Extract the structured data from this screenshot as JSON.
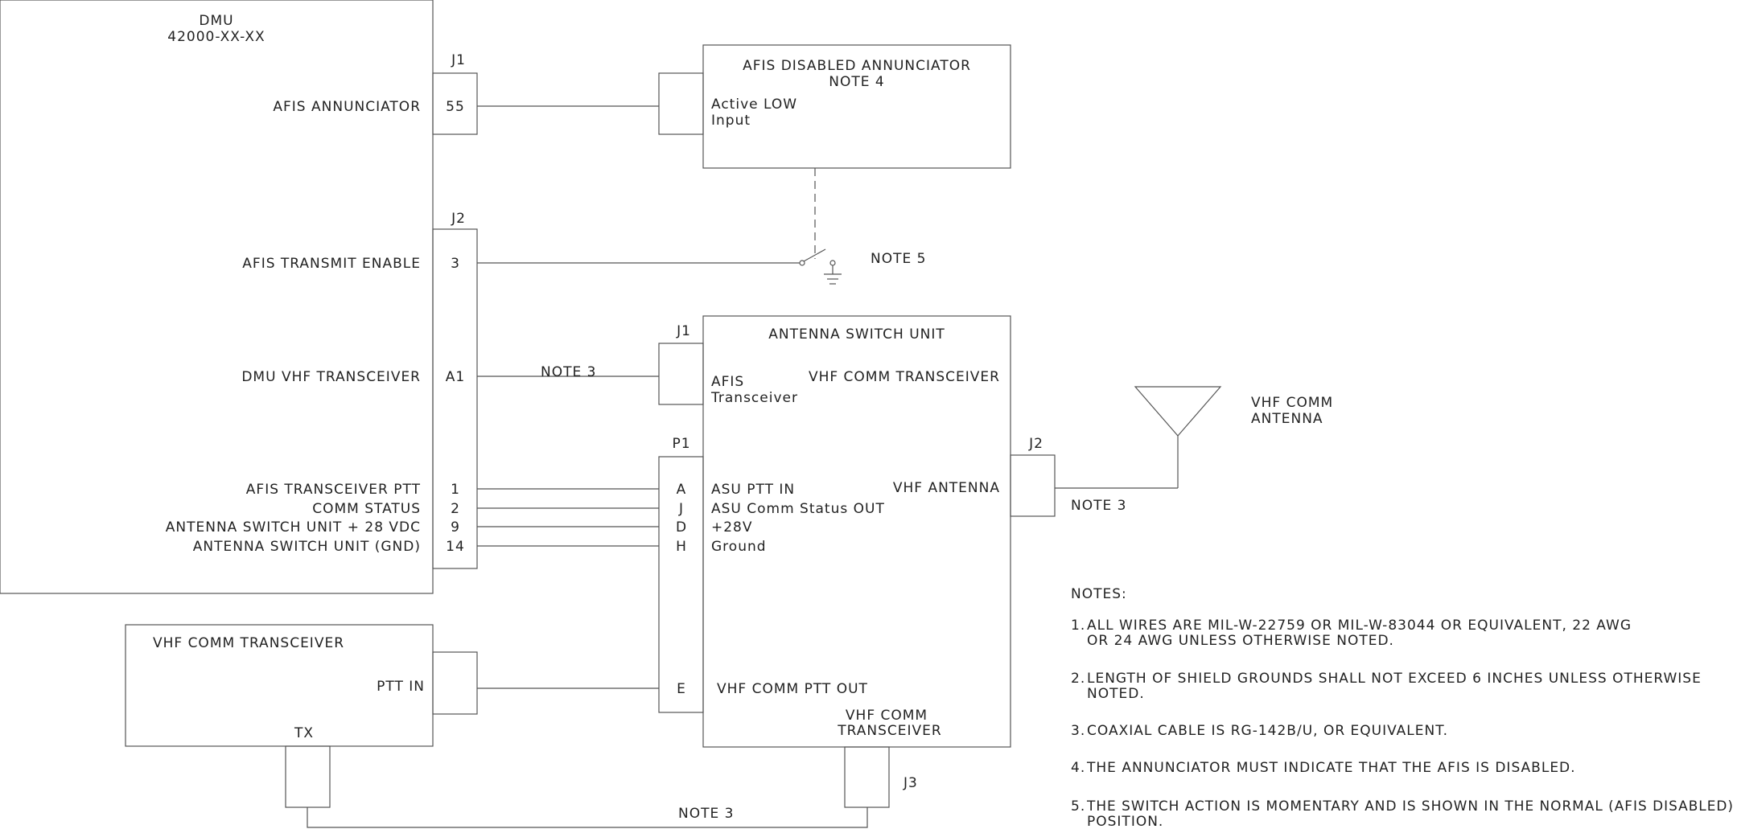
{
  "dmu": {
    "title": "DMU",
    "part_number": "42000-XX-XX",
    "signals": {
      "afis_annunciator": "AFIS ANNUNCIATOR",
      "afis_transmit_enable": "AFIS TRANSMIT ENABLE",
      "dmu_vhf_transceiver": "DMU VHF TRANSCEIVER",
      "afis_transceiver_ptt": "AFIS TRANSCEIVER PTT",
      "comm_status": "COMM STATUS",
      "asu_28vdc": "ANTENNA SWITCH UNIT + 28 VDC",
      "asu_gnd": "ANTENNA SWITCH UNIT (GND)"
    }
  },
  "connectors": {
    "dmu_j1": {
      "label": "J1",
      "pins": [
        "55"
      ]
    },
    "dmu_j2": {
      "label": "J2",
      "pins": [
        "3",
        "A1",
        "1",
        "2",
        "9",
        "14"
      ]
    },
    "asu_j1": {
      "label": "J1"
    },
    "asu_p1": {
      "label": "P1",
      "pins": [
        "A",
        "J",
        "D",
        "H",
        "E"
      ]
    },
    "asu_j2": {
      "label": "J2"
    },
    "asu_j3": {
      "label": "J3"
    },
    "vhf_tx": {
      "label": "TX"
    }
  },
  "annunciator": {
    "title": "AFIS DISABLED ANNUNCIATOR",
    "note": "NOTE 4",
    "input_line1": "Active LOW",
    "input_line2": "Input"
  },
  "switch": {
    "note": "NOTE 5"
  },
  "asu": {
    "title": "ANTENNA SWITCH UNIT",
    "afis_line1": "AFIS",
    "afis_line2": "Transceiver",
    "vhf_comm_transceiver": "VHF COMM TRANSCEIVER",
    "ptt_in": "ASU PTT IN",
    "comm_status_out": "ASU Comm Status OUT",
    "plus28v": "+28V",
    "ground": "Ground",
    "vhf_antenna": "VHF ANTENNA",
    "vhf_comm_ptt_out": "VHF COMM PTT OUT",
    "vhf_comm_line1": "VHF COMM",
    "vhf_comm_line2": "TRANSCEIVER"
  },
  "vhf_transceiver": {
    "title": "VHF COMM TRANSCEIVER",
    "ptt_in": "PTT IN"
  },
  "antenna": {
    "line1": "VHF COMM",
    "line2": "ANTENNA"
  },
  "wire_notes": {
    "coax_dmu": "NOTE 3",
    "coax_antenna": "NOTE 3",
    "coax_bottom": "NOTE 3"
  },
  "notes": {
    "heading": "NOTES:",
    "items": [
      {
        "num": "1.",
        "line1": "ALL WIRES ARE MIL-W-22759 OR MIL-W-83044 OR EQUIVALENT, 22 AWG",
        "line2": "OR 24 AWG UNLESS OTHERWISE NOTED."
      },
      {
        "num": "2.",
        "line1": "LENGTH OF SHIELD GROUNDS SHALL NOT EXCEED 6 INCHES UNLESS OTHERWISE",
        "line2": "NOTED."
      },
      {
        "num": "3.",
        "line1": "COAXIAL CABLE IS RG-142B/U, OR EQUIVALENT.",
        "line2": ""
      },
      {
        "num": "4.",
        "line1": "THE ANNUNCIATOR MUST INDICATE THAT THE AFIS IS DISABLED.",
        "line2": ""
      },
      {
        "num": "5.",
        "line1": "THE SWITCH ACTION IS MOMENTARY AND IS SHOWN IN THE NORMAL (AFIS DISABLED)",
        "line2": "POSITION."
      }
    ]
  }
}
